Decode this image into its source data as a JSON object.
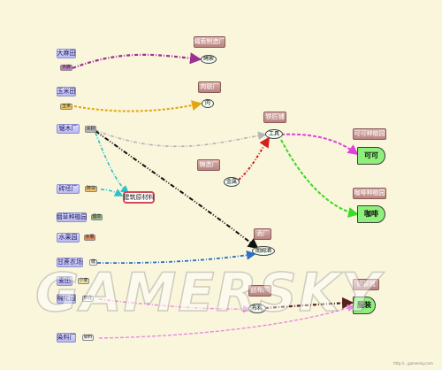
{
  "sources": {
    "linen_field": "大麻田",
    "corn_field": "玉米田",
    "sawmill": "锯木厂",
    "brick_works": "砖坯厂",
    "tobacco_farm": "烟草种植园",
    "orchard": "水果园",
    "cane_farm": "甘蔗农场",
    "wheat_field": "麦田",
    "cotton_field": "棉花园",
    "dye_works": "染料厂"
  },
  "tags": {
    "linen": "大麻",
    "corn": "玉米",
    "lumber": "木材",
    "brick": "砖块",
    "tobacco": "烟草",
    "fruit": "水果",
    "cane": "糖",
    "wheat": "小麦",
    "cotton": "棉花",
    "dye": "染料"
  },
  "factories": {
    "rope_factory": "绳索制造厂",
    "meat_factory": "肉联厂",
    "tool_factory": "铁匠铺",
    "foundry": "铸造厂",
    "distillery": "酒厂",
    "textile_mill": "纺布厂",
    "cocoa_plantation": "可可种植园",
    "coffee_plantation": "咖啡种植园",
    "tailor": "服装铺"
  },
  "products": {
    "rope": "绳索",
    "meat": "肉",
    "tools": "工具",
    "metal": "金属",
    "rum": "朗姆酒",
    "cloth": "布料"
  },
  "finals": {
    "cocoa": "可可",
    "coffee": "咖啡",
    "clothes": "服装"
  },
  "building_material": "建筑原材料",
  "watermark": "GAMERSKY",
  "credit": "http://...gamersky.com",
  "colors": {
    "rope": "#9c2f8f",
    "meat": "#e2a410",
    "cocoa_line": "#e23fe0",
    "coffee_line": "#3ed826",
    "tools_line": "#b4b4b4",
    "metal_line": "#d42020",
    "build_line": "#28c2cc",
    "lumber_to_rum": "#111111",
    "cane_to_rum": "#2d6fc7",
    "cloth_line": "#5a1f1f",
    "dye_line": "#e98ae2"
  }
}
